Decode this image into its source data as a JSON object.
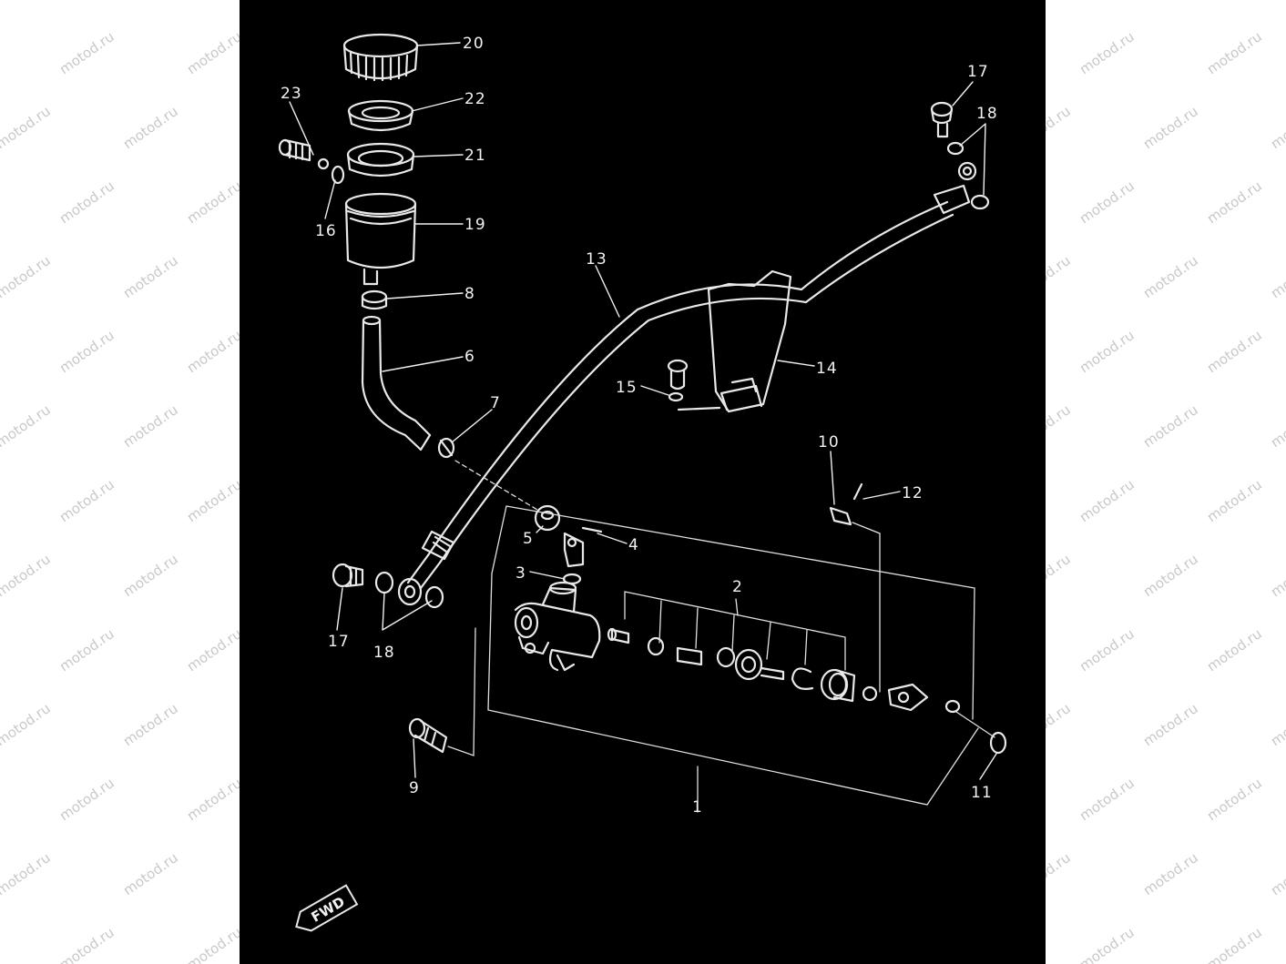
{
  "watermark": {
    "text": "motod.ru",
    "color": "#c8c8c8"
  },
  "colors": {
    "background": "#000000",
    "lines": "#e8e8e8",
    "page": "#ffffff"
  },
  "labels": {
    "l1": "1",
    "l2": "2",
    "l3": "3",
    "l4": "4",
    "l5": "5",
    "l6": "6",
    "l7": "7",
    "l8": "8",
    "l9": "9",
    "l10": "10",
    "l11": "11",
    "l12": "12",
    "l13": "13",
    "l14": "14",
    "l15": "15",
    "l16": "16",
    "l17a": "17",
    "l17b": "17",
    "l18a": "18",
    "l18b": "18",
    "l19": "19",
    "l20": "20",
    "l21": "21",
    "l22": "22",
    "l23": "23"
  },
  "fwd_badge": "FWD"
}
